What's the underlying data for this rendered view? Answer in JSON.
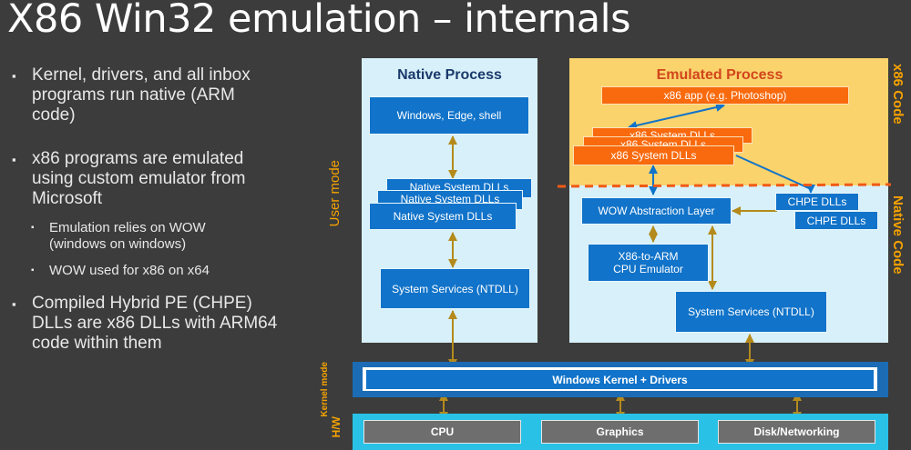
{
  "title": "X86 Win32 emulation – internals",
  "bullets": [
    {
      "text": "Kernel, drivers, and all inbox programs run native (ARM code)"
    },
    {
      "text": "x86 programs are emulated using custom emulator from Microsoft"
    },
    {
      "text": "Emulation relies on WOW (windows on windows)"
    },
    {
      "text": "WOW used for x86 on x64"
    },
    {
      "text": "Compiled Hybrid PE (CHPE) DLLs are x86 DLLs with ARM64 code within them"
    }
  ],
  "side_labels": {
    "user_mode": "User mode",
    "x86_code": "x86 Code",
    "native_code": "Native Code",
    "kernel_mode": "Kernel mode",
    "hw": "H/W"
  },
  "native_process": {
    "title": "Native Process",
    "windows_edge_shell": "Windows, Edge, shell",
    "system_dlls": [
      "Native System DLLs",
      "Native System DLLs",
      "Native System DLLs"
    ],
    "system_services": "System Services (NTDLL)"
  },
  "emulated_process": {
    "title": "Emulated Process",
    "x86_app": "x86 app (e.g. Photoshop)",
    "x86_system_dlls": [
      "x86 System DLLs",
      "x86 System DLLs",
      "x86 System DLLs"
    ],
    "wow_layer": "WOW Abstraction Layer",
    "cpu_emulator_line1": "X86-to-ARM",
    "cpu_emulator_line2": "CPU Emulator",
    "chpe_dlls": [
      "CHPE DLLs",
      "CHPE DLLs"
    ],
    "system_services": "System Services (NTDLL)"
  },
  "kernel": "Windows Kernel + Drivers",
  "hardware": [
    "CPU",
    "Graphics",
    "Disk/Networking"
  ],
  "colors": {
    "background": "#3c3c3c",
    "light_blue_panel": "#d7f0fa",
    "x86_region": "#fbd36c",
    "blue_box": "#1173c9",
    "orange_box": "#f86a0d",
    "label_orange": "#f5a200",
    "hw_band": "#29c2e6",
    "native_title": "#1b3a6b",
    "emulated_title": "#d2451c",
    "arrow": "#b48a1c"
  }
}
